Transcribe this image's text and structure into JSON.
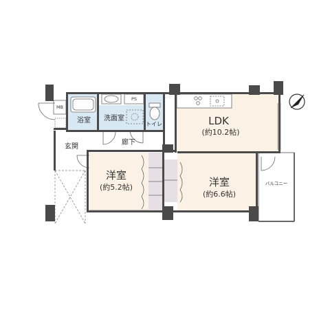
{
  "rooms": {
    "ldk": {
      "name": "LDK",
      "area": "(約10.2帖)"
    },
    "western_room_1": {
      "name": "洋室",
      "area": "(約5.2帖)"
    },
    "western_room_2": {
      "name": "洋室",
      "area": "(約6.6帖)"
    },
    "bathroom": {
      "name": "浴室"
    },
    "washroom": {
      "name": "洗面室"
    },
    "toilet": {
      "name": "トイレ"
    },
    "corridor": {
      "name": "廊下"
    },
    "entrance": {
      "name": "玄関"
    },
    "balcony": {
      "name": "バルコニー"
    },
    "pipe_space": {
      "name": "PS"
    },
    "meter_box": {
      "name": "MB"
    }
  },
  "colors": {
    "room_fill": "#fbf1e4",
    "wet_area_fill": "#d9e9f4",
    "wall": "#4a4a4a",
    "storage_fill": "#e6e0e6"
  },
  "icons": {
    "compass": "north-arrow-compass-icon"
  }
}
